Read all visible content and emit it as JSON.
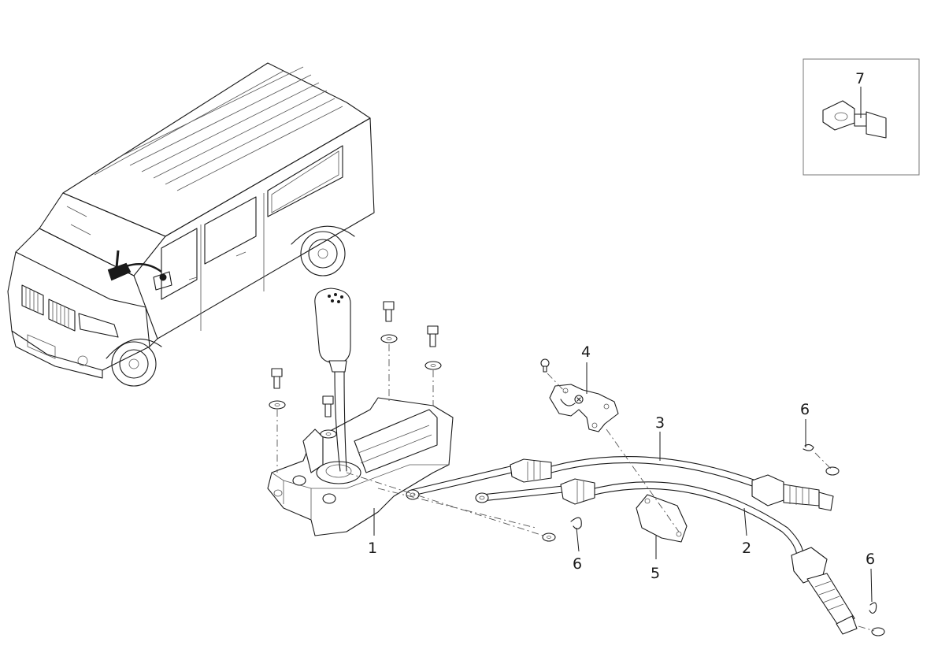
{
  "callouts": {
    "c1": "1",
    "c2": "2",
    "c3": "3",
    "c4": "4",
    "c5": "5",
    "c6a": "6",
    "c6b": "6",
    "c6c": "6",
    "c7": "7"
  },
  "colors": {
    "line": "#1a1a1a",
    "background": "#ffffff",
    "highlight": "#1a1a1a"
  }
}
